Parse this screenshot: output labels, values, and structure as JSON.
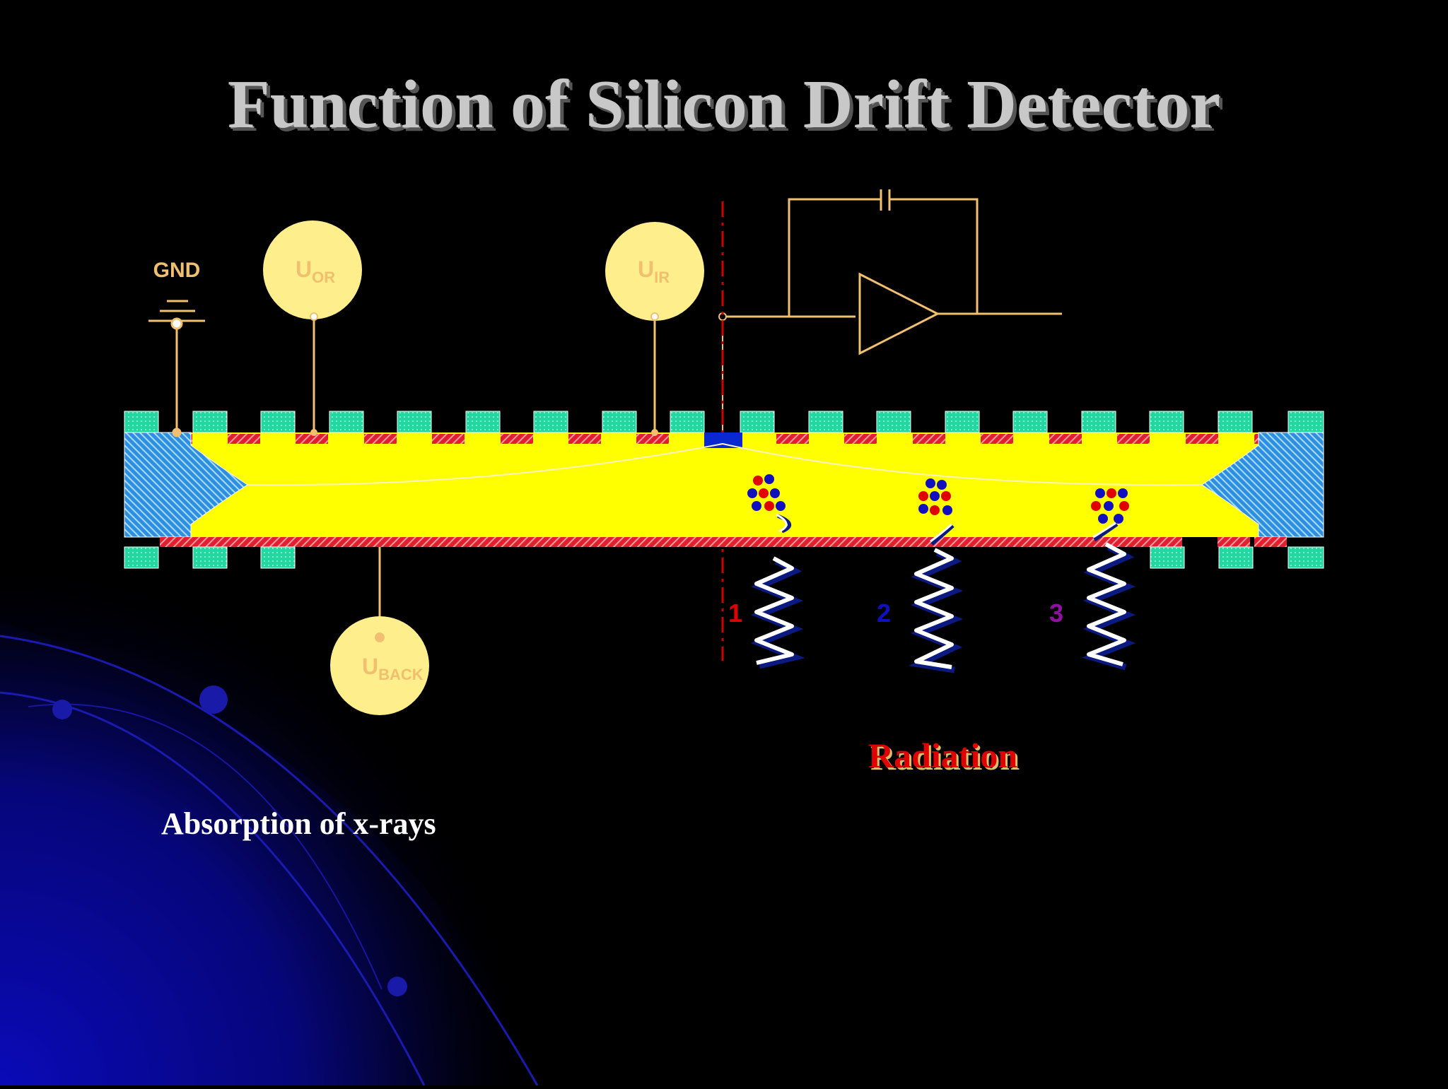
{
  "title": "Function of Silicon Drift Detector",
  "labels": {
    "gnd": "GND",
    "u_or_main": "U",
    "u_or_sub": "OR",
    "u_ir_main": "U",
    "u_ir_sub": "IR",
    "u_back_main": "U",
    "u_back_sub": "BACK"
  },
  "events": [
    "1",
    "2",
    "3"
  ],
  "radiation_label": "Radiation",
  "absorption_label": "Absorption of x-rays",
  "colors": {
    "background": "#000000",
    "silicon": "#ffff00",
    "contact": "#2ee0a8",
    "implant": "#e02030",
    "edge": "#3aa0e0",
    "circuit": "#f0c070",
    "electrode_circle": "#ffee8c",
    "anode": "#0a28d0",
    "event1": "#e00000",
    "event2": "#1010c0",
    "event3": "#9010a0"
  }
}
